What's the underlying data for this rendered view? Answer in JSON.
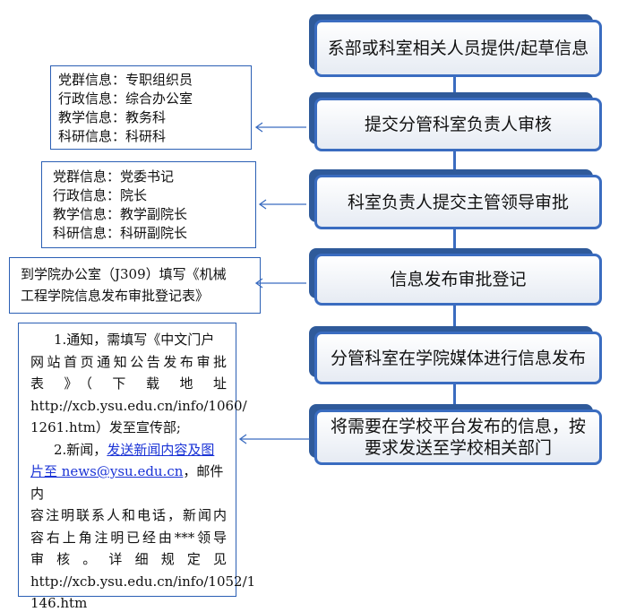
{
  "steps": [
    "系部或科室相关人员提供/起草信息",
    "提交分管科室负责人审核",
    "科室负责人提交主管领导审批",
    "信息发布审批登记",
    "分管科室在学院媒体进行信息发布",
    "将需要在学校平台发布的信息，按要求发送至学校相关部门"
  ],
  "notes": {
    "reviewers": [
      "党群信息：专职组织员",
      "行政信息：综合办公室",
      "教学信息：教务科",
      "科研信息：科研科"
    ],
    "approvers": [
      "党群信息：党委书记",
      "行政信息：院长",
      "教学信息：教学副院长",
      "科研信息：科研副院长"
    ],
    "registration": [
      "到学院办公室（J309）填写《机械",
      "工程学院信息发布审批登记表》"
    ],
    "university": {
      "l1": "1.通知，需填写《中文门户",
      "l2": "网站首页通知公告发布审批",
      "l3": "表 》（ 下 载 地 址",
      "l4": "http://xcb.ysu.edu.cn/info/1060/",
      "l5": "1261.htm）发至宣传部;",
      "l6a": "2.新闻，",
      "link1": "发送新闻内容及图",
      "link2": "片至 news@ysu.edu.cn",
      "l7b": "，邮件内",
      "l8": "容注明联系人和电话，新闻内",
      "l9": "容右上角注明已经由***领导",
      "l10": "审 核 。 详 细 规 定 见",
      "l11": "http://xcb.ysu.edu.cn/info/1052/1",
      "l12": "146.htm"
    }
  },
  "colors": {
    "border": "#3a6cc0",
    "shadow": "#2f5a9a",
    "link": "#1a33d6"
  }
}
